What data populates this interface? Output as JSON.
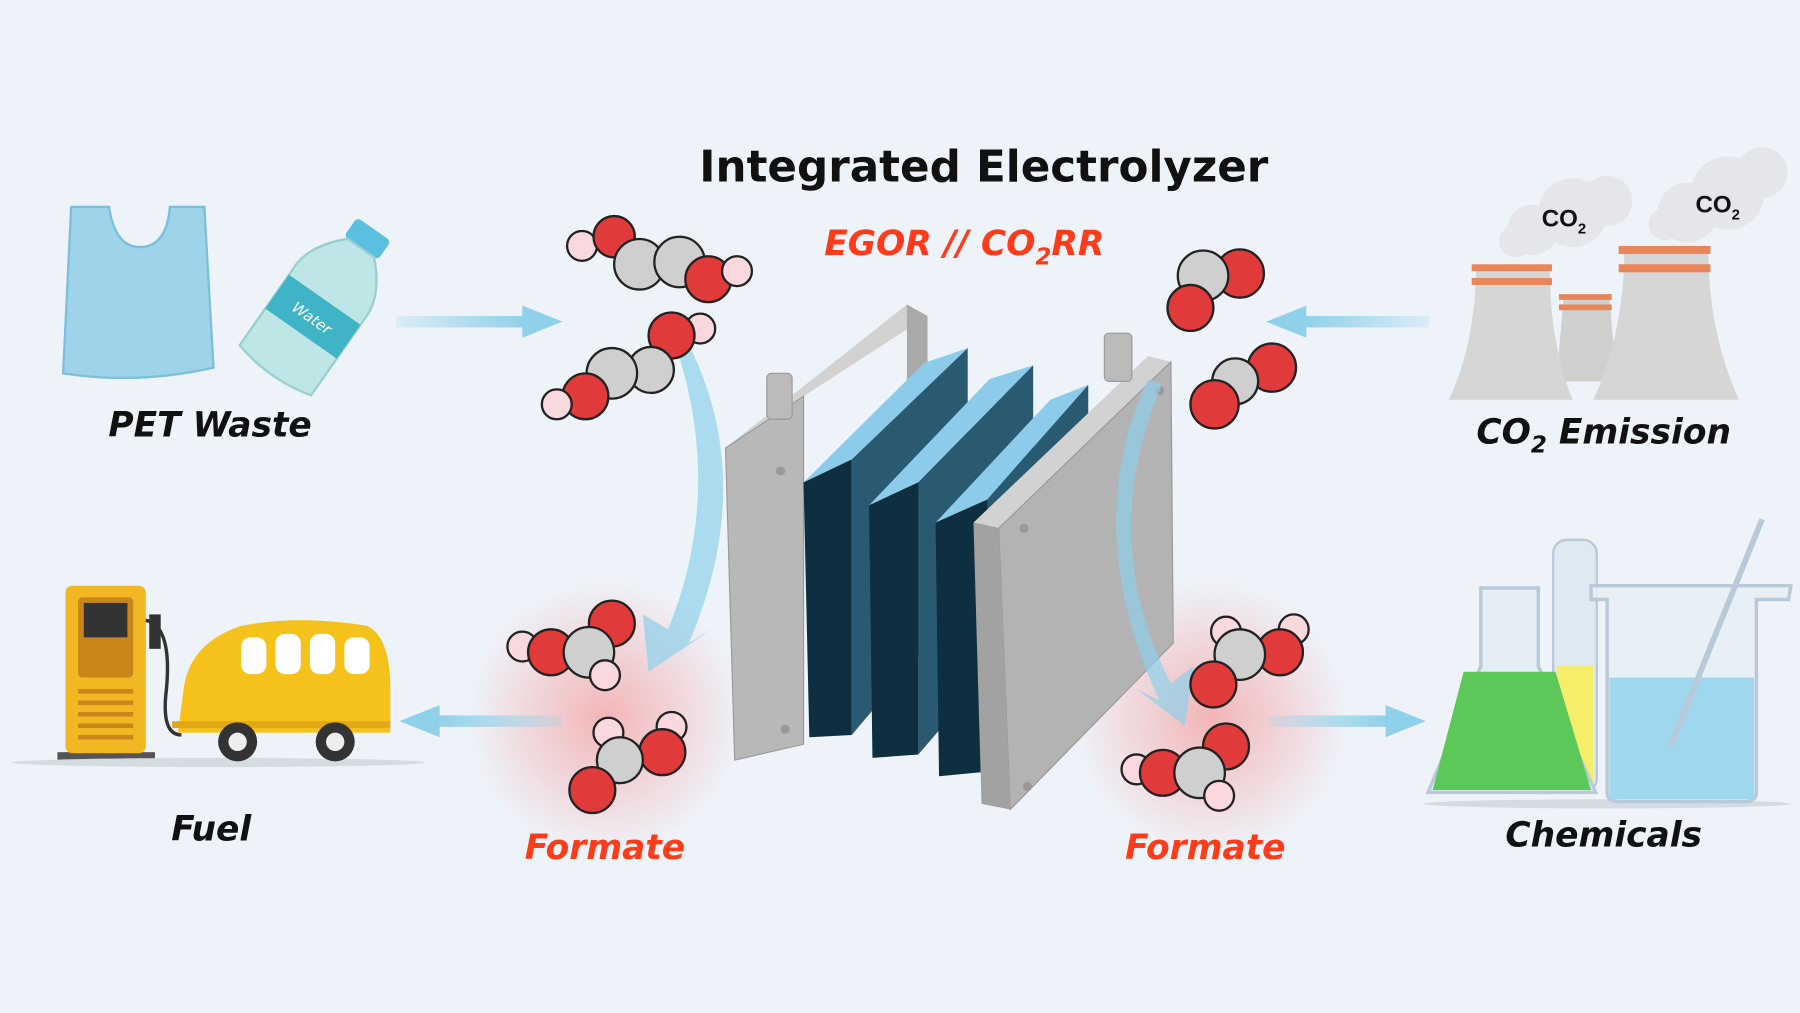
{
  "title": "Integrated Electrolyzer",
  "subtitle": {
    "prefix": "EGOR // CO",
    "sub": "2",
    "suffix": "RR"
  },
  "labels": {
    "pet_waste": "PET Waste",
    "co2_emission": {
      "prefix": "CO",
      "sub": "2",
      "suffix": " Emission"
    },
    "fuel": "Fuel",
    "formate_left": "Formate",
    "formate_right": "Formate",
    "chemicals": "Chemicals"
  },
  "smoke_labels": [
    {
      "prefix": "CO",
      "sub": "2"
    },
    {
      "prefix": "CO",
      "sub": "2"
    }
  ],
  "bottle_label": "Water",
  "colors": {
    "background": "#eef3f9",
    "accent_red": "#ff3b1a",
    "arrow": "#8fd0ea",
    "oxygen": "#e03a3a",
    "carbon": "#cfcfcf",
    "hydrogen": "#f9d9dd"
  }
}
